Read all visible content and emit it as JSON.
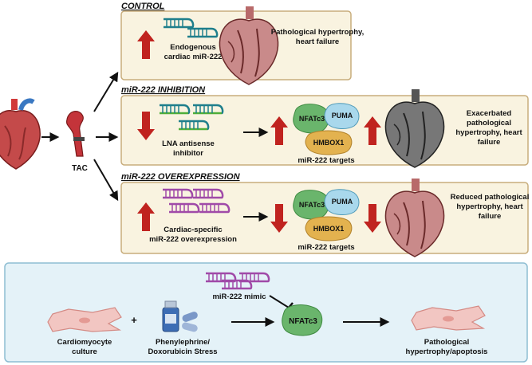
{
  "top": {
    "tac_label": "TAC"
  },
  "control": {
    "title": "CONTROL",
    "mirna_label_1": "Endogenous",
    "mirna_label_2": "cardiac miR-222",
    "outcome_1": "Pathological hypertrophy,",
    "outcome_2": "heart failure"
  },
  "inhibition": {
    "title": "miR-222 INHIBITION",
    "agent_1": "LNA antisense",
    "agent_2": "inhibitor",
    "targets": [
      "NFATc3",
      "PUMA",
      "HMBOX1"
    ],
    "targets_label": "miR-222 targets",
    "outcome_1": "Exacerbated",
    "outcome_2": "pathological",
    "outcome_3": "hypertrophy, heart",
    "outcome_4": "failure"
  },
  "overexpression": {
    "title": "miR-222 OVEREXPRESSION",
    "agent_1": "Cardiac-specific",
    "agent_2": "miR-222 overexpression",
    "targets": [
      "NFATc3",
      "PUMA",
      "HMBOX1"
    ],
    "targets_label": "miR-222 targets",
    "outcome_1": "Reduced pathological",
    "outcome_2": "hypertrophy, heart",
    "outcome_3": "failure"
  },
  "invitro": {
    "cell_label_1": "Cardiomyocyte",
    "cell_label_2": "culture",
    "plus": "+",
    "stress_1": "Phenylephrine/",
    "stress_2": "Doxorubicin Stress",
    "mimic_label": "miR-222 mimic",
    "target": "NFATc3",
    "outcome_1": "Pathological",
    "outcome_2": "hypertrophy/apoptosis"
  },
  "colors": {
    "panel_fill": "#f9f3e0",
    "panel_border": "#c8ad7c",
    "bottom_fill": "#e4f2f8",
    "bottom_border": "#8dbdd2",
    "arrow_red": "#c0231f",
    "nfatc3_green": "#6ab56c",
    "puma_blue": "#a9d8ec",
    "hmbox1_gold": "#e3b24f",
    "mirna_teal": "#1f7f8c",
    "lna_green": "#4fae3a",
    "overexp_purple": "#a04aa8"
  }
}
